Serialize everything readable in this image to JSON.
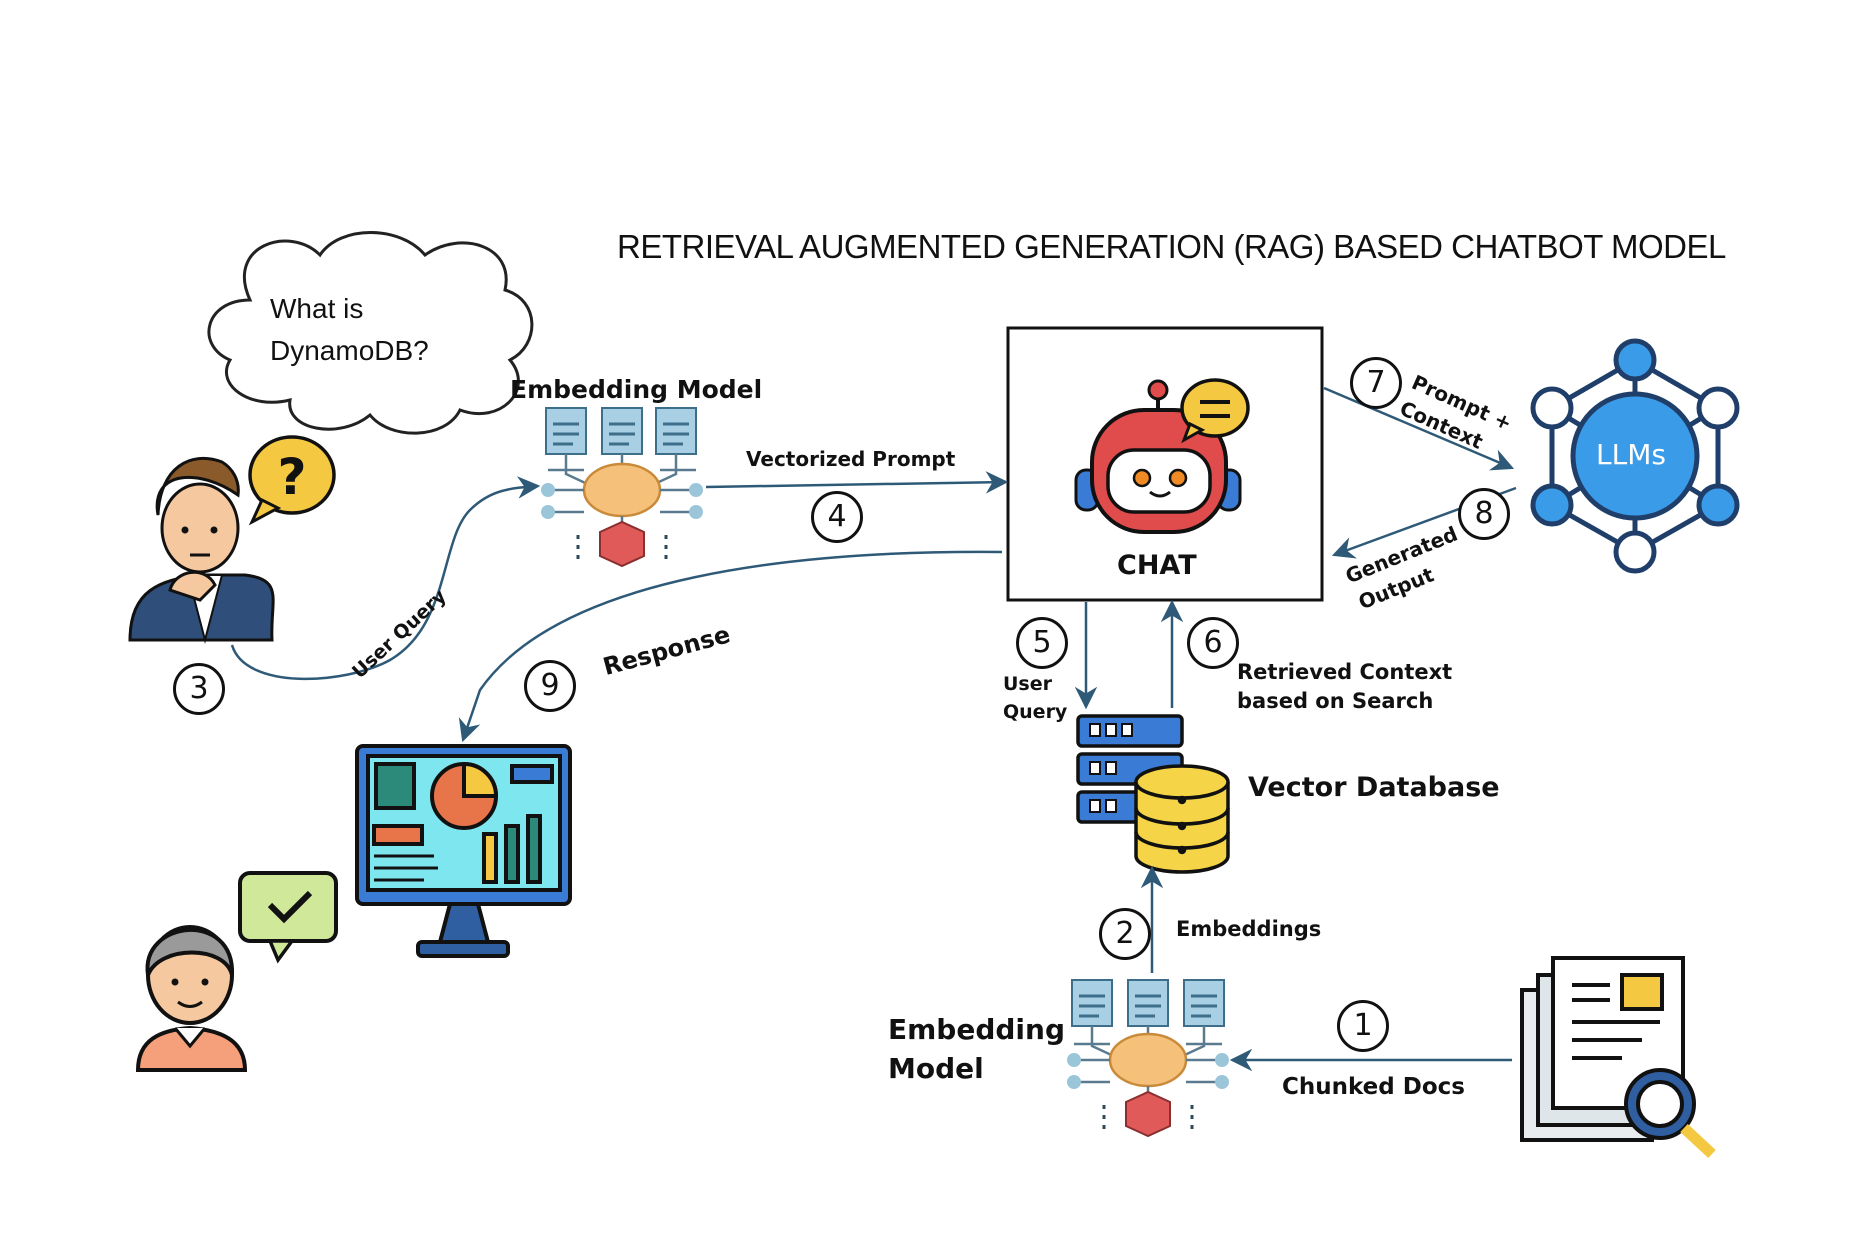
{
  "title": "RETRIEVAL AUGMENTED GENERATION (RAG) BASED CHATBOT MODEL",
  "cloud": {
    "line1": "What is",
    "line2": "DynamoDB?"
  },
  "nodes": {
    "chat": "CHAT",
    "llms": "LLMs",
    "embedding_top": "Embedding Model",
    "embedding_bottom_line1": "Embedding",
    "embedding_bottom_line2": "Model",
    "vector_db": "Vector Database"
  },
  "edges": {
    "user_query_3": "User Query",
    "vectorized_prompt": "Vectorized Prompt",
    "response": "Response",
    "user_query_5_line1": "User",
    "user_query_5_line2": "Query",
    "retrieved_line1": "Retrieved Context",
    "retrieved_line2": "based on Search",
    "prompt_context_line1": "Prompt +",
    "prompt_context_line2": "Context",
    "generated_line1": "Generated",
    "generated_line2": "Output",
    "embeddings": "Embeddings",
    "chunked_docs": "Chunked Docs"
  },
  "steps": [
    "1",
    "2",
    "3",
    "4",
    "5",
    "6",
    "7",
    "8",
    "9"
  ],
  "icons": [
    "thinking-user-icon",
    "question-bubble-icon",
    "embedding-model-icon",
    "chatbot-robot-icon",
    "llm-network-icon",
    "vector-database-icon",
    "documents-search-icon",
    "dashboard-monitor-icon",
    "satisfied-user-icon",
    "check-bubble-icon"
  ],
  "colors": {
    "arrow": "#2e5a78",
    "llm_blue": "#3a9be8",
    "robot_red": "#e04b4b",
    "db_yellow": "#f5d547"
  }
}
